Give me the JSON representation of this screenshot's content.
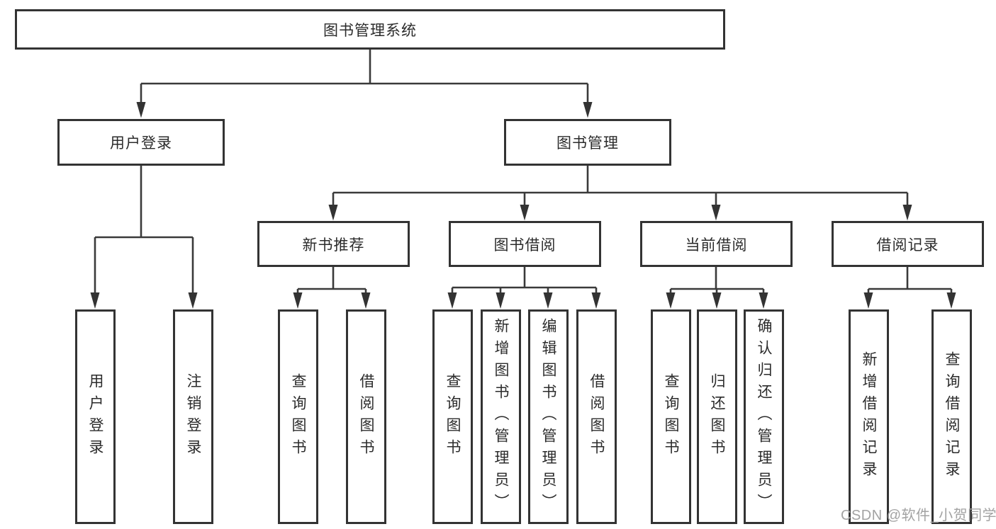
{
  "colors": {
    "line": "#3a3a3a",
    "box_border": "#333333",
    "text": "#2b2b2b",
    "background": "#ffffff",
    "watermark_text": "#a3a3a3"
  },
  "tree": {
    "label": "图书管理系统",
    "children": [
      {
        "label": "用户登录",
        "children": [
          {
            "label": "用户登录"
          },
          {
            "label": "注销登录"
          }
        ]
      },
      {
        "label": "图书管理",
        "children": [
          {
            "label": "新书推荐",
            "children": [
              {
                "label": "查询图书"
              },
              {
                "label": "借阅图书"
              }
            ]
          },
          {
            "label": "图书借阅",
            "children": [
              {
                "label": "查询图书"
              },
              {
                "label": "新增图书（管理员）"
              },
              {
                "label": "编辑图书（管理员）"
              },
              {
                "label": "借阅图书"
              }
            ]
          },
          {
            "label": "当前借阅",
            "children": [
              {
                "label": "查询图书"
              },
              {
                "label": "归还图书"
              },
              {
                "label": "确认归还（管理员）"
              }
            ]
          },
          {
            "label": "借阅记录",
            "children": [
              {
                "label": "新增借阅记录"
              },
              {
                "label": "查询借阅记录"
              }
            ]
          }
        ]
      }
    ]
  },
  "watermark": "CSDN @软件_小贺同学"
}
